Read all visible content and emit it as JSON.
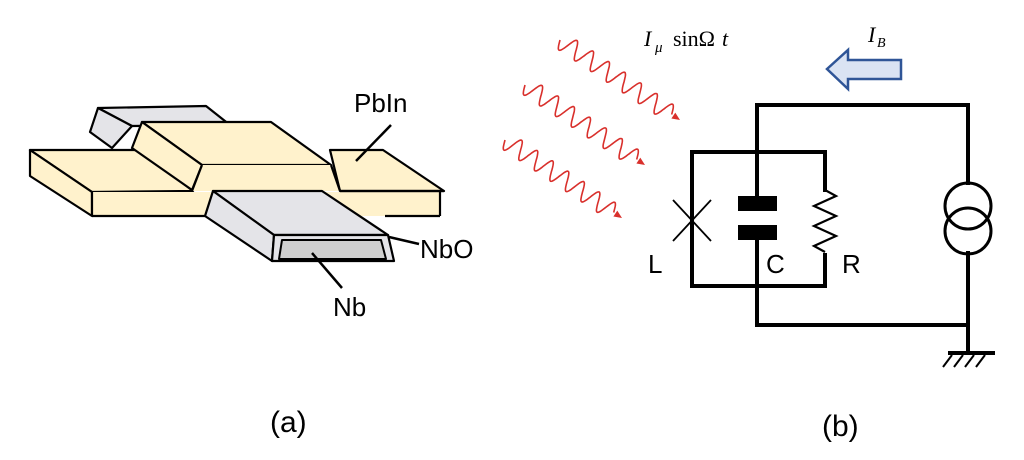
{
  "figure": {
    "panel_a": {
      "caption": "(a)",
      "labels": {
        "top_film": "PbIn",
        "oxide": "NbO",
        "base_electrode": "Nb"
      },
      "colors": {
        "pbin_fill": "#FFF2CC",
        "nb_top_fill": "#E4E4E8",
        "nb_front_fill": "#CFCFCF",
        "outline": "#000000"
      }
    },
    "panel_b": {
      "caption": "(b)",
      "microwave_label": {
        "symbol": "I",
        "subscript": "μ",
        "function": "sinΩ",
        "variable": "t"
      },
      "bias_label": {
        "symbol": "I",
        "subscript": "B"
      },
      "components": {
        "inductor": "L",
        "capacitor": "C",
        "resistor": "R"
      },
      "colors": {
        "wave": "#D9302C",
        "arrow_fill": "#DAE3F3",
        "arrow_stroke": "#2F5597",
        "wire": "#000000"
      }
    }
  }
}
